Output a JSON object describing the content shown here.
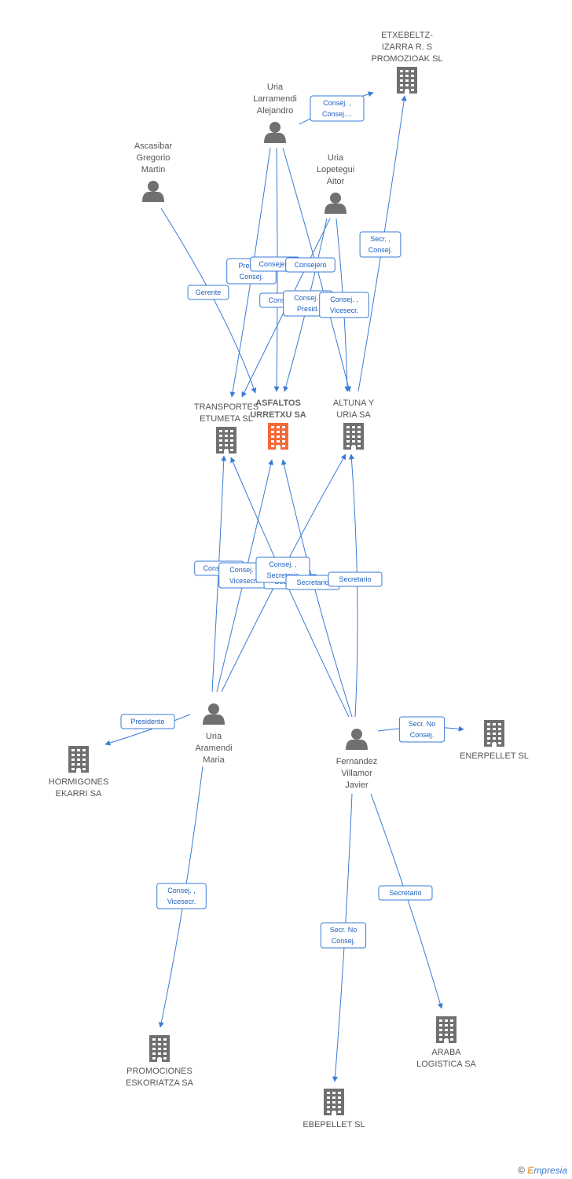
{
  "colors": {
    "edge": "#3a7bd5",
    "edge_text": "#1f5fbf",
    "node_icon": "#707070",
    "main_company": "#f26a3a"
  },
  "nodes": [
    {
      "id": "asfaltos",
      "type": "company",
      "main": true,
      "label": [
        "ASFALTOS",
        "URRETXU SA"
      ]
    },
    {
      "id": "transportes",
      "type": "company",
      "label": [
        "TRANSPORTES",
        "ETUMETA SL"
      ]
    },
    {
      "id": "altuna",
      "type": "company",
      "label": [
        "ALTUNA Y",
        "URIA SA"
      ]
    },
    {
      "id": "etxebeltz",
      "type": "company",
      "label": [
        "ETXEBELTZ-",
        "IZARRA R. S",
        "PROMOZIOAK SL"
      ]
    },
    {
      "id": "hormigones",
      "type": "company",
      "label": [
        "HORMIGONES",
        "EKARRI SA"
      ]
    },
    {
      "id": "enerpellet",
      "type": "company",
      "label": [
        "ENERPELLET SL"
      ]
    },
    {
      "id": "promociones",
      "type": "company",
      "label": [
        "PROMOCIONES",
        "ESKORIATZA SA"
      ]
    },
    {
      "id": "ebepellet",
      "type": "company",
      "label": [
        "EBEPELLET SL"
      ]
    },
    {
      "id": "araba",
      "type": "company",
      "label": [
        "ARABA",
        "LOGISTICA SA"
      ]
    },
    {
      "id": "larramendi",
      "type": "person",
      "label": [
        "Uria",
        "Larramendi",
        "Alejandro"
      ]
    },
    {
      "id": "ascasibar",
      "type": "person",
      "label": [
        "Ascasibar",
        "Gregorio",
        "Martin"
      ]
    },
    {
      "id": "lopetegui",
      "type": "person",
      "label": [
        "Uria",
        "Lopetegui",
        "Aitor"
      ]
    },
    {
      "id": "aramendi",
      "type": "person",
      "label": [
        "Uria",
        "Aramendi",
        "Maria"
      ]
    },
    {
      "id": "fernandez",
      "type": "person",
      "label": [
        "Fernandez",
        "Villamor",
        "Javier"
      ]
    }
  ],
  "edges": [
    {
      "from": "larramendi",
      "to": "etxebeltz",
      "label": [
        "Consej. ,",
        "Consej...."
      ]
    },
    {
      "from": "larramendi",
      "to": "transportes",
      "label": [
        "Presid. ,",
        "Consej."
      ]
    },
    {
      "from": "larramendi",
      "to": "asfaltos",
      "label": [
        "Consejero"
      ]
    },
    {
      "from": "larramendi",
      "to": "altuna",
      "label": [
        "Consejero"
      ]
    },
    {
      "from": "ascasibar",
      "to": "asfaltos",
      "label": [
        "Gerente"
      ]
    },
    {
      "from": "lopetegui",
      "to": "transportes",
      "label": [
        "Consejero"
      ]
    },
    {
      "from": "lopetegui",
      "to": "asfaltos",
      "label": [
        "Consej. ,",
        "Presid."
      ]
    },
    {
      "from": "lopetegui",
      "to": "altuna",
      "label": [
        "Consej. ,",
        "Vicesecr."
      ]
    },
    {
      "from": "altuna",
      "to": "etxebeltz",
      "label": [
        "Secr. ,",
        "Consej."
      ]
    },
    {
      "from": "aramendi",
      "to": "transportes",
      "label": [
        "Consejero"
      ]
    },
    {
      "from": "aramendi",
      "to": "asfaltos",
      "label": [
        "Consej. ,",
        "Vicesecr."
      ]
    },
    {
      "from": "aramendi",
      "to": "altuna",
      "label": [
        "Secretario"
      ]
    },
    {
      "from": "aramendi",
      "to": "hormigones",
      "label": [
        "Presidente"
      ]
    },
    {
      "from": "aramendi",
      "to": "promociones",
      "label": [
        "Consej. ,",
        "Vicesecr."
      ]
    },
    {
      "from": "fernandez",
      "to": "transportes",
      "label": [
        "Consej. ,",
        "Secretario"
      ]
    },
    {
      "from": "fernandez",
      "to": "asfaltos",
      "label": [
        "Secretario"
      ]
    },
    {
      "from": "fernandez",
      "to": "altuna",
      "label": [
        "Secretario"
      ]
    },
    {
      "from": "fernandez",
      "to": "enerpellet",
      "label": [
        "Secr. No",
        "Consej."
      ]
    },
    {
      "from": "fernandez",
      "to": "ebepellet",
      "label": [
        "Secr. No",
        "Consej."
      ]
    },
    {
      "from": "fernandez",
      "to": "araba",
      "label": [
        "Secretario"
      ]
    }
  ],
  "footer": {
    "copyright_symbol": "©",
    "brand_initial": "E",
    "brand_rest": "mpresia"
  }
}
